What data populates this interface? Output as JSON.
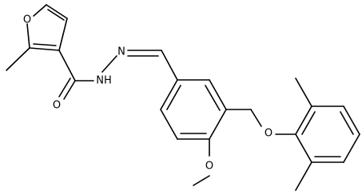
{
  "atoms": {
    "furan_o": "O",
    "amide_o": "O",
    "hydrazone_n": "N",
    "amide_nh": "NH",
    "methoxy_o": "O",
    "ether_o": "O"
  }
}
